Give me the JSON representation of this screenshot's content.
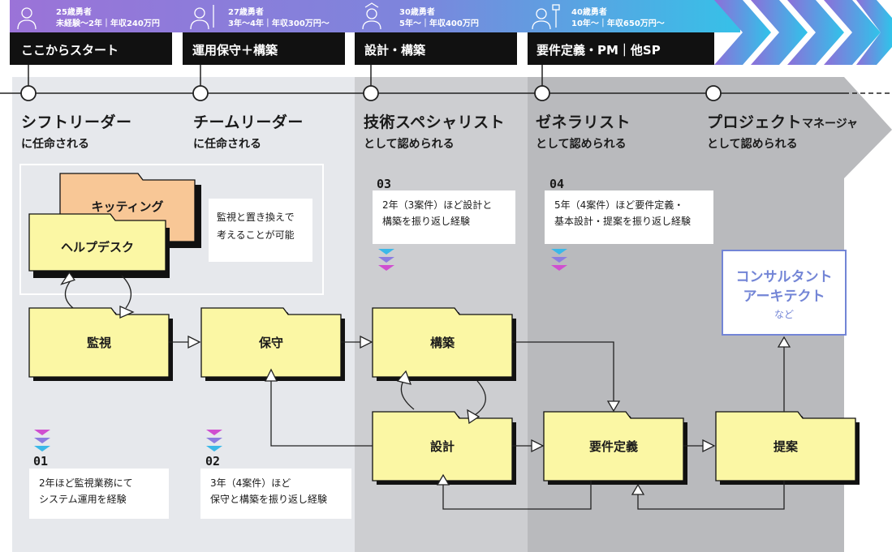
{
  "heroes": [
    {
      "level": "25歳勇者",
      "line2": "未経験〜2年｜年収240万円",
      "stage": "ここからスタート"
    },
    {
      "level": "27歳勇者",
      "line2": "3年〜4年｜年収300万円〜",
      "stage": "運用保守＋構築"
    },
    {
      "level": "30歳勇者",
      "line2": "5年〜｜年収400万円",
      "stage": "設計・構築"
    },
    {
      "level": "40歳勇者",
      "line2": "10年〜｜年収650万円〜",
      "stage": "要件定義・PM｜他SP"
    }
  ],
  "roles": [
    {
      "main": "シフトリーダー",
      "small": "",
      "sub": "に任命される"
    },
    {
      "main": "チームリーダー",
      "small": "",
      "sub": "に任命される"
    },
    {
      "main": "技術スペシャリスト",
      "small": "",
      "sub": "として認められる"
    },
    {
      "main": "ゼネラリスト",
      "small": "",
      "sub": "として認められる"
    },
    {
      "main": "プロジェクト",
      "small": "マネージャ",
      "sub": "として認められる"
    }
  ],
  "nodes": {
    "kitting": "キッティング",
    "helpdesk": "ヘルプデスク",
    "kanshi": "監視",
    "hoshu": "保守",
    "kouchiku": "構築",
    "sekkei": "設計",
    "youken": "要件定義",
    "teian": "提案"
  },
  "notes": {
    "left_box": [
      "監視と置き換えで",
      "考えることが可能"
    ],
    "step01": {
      "num": "01",
      "lines": [
        "2年ほど監視業務にて",
        "システム運用を経験"
      ]
    },
    "step02": {
      "num": "02",
      "lines": [
        "3年（4案件）ほど",
        "保守と構築を振り返し経験"
      ]
    },
    "step03": {
      "num": "03",
      "lines": [
        "2年（3案件）ほど設計と",
        "構築を振り返し経験"
      ]
    },
    "step04": {
      "num": "04",
      "lines": [
        "5年（4案件）ほど要件定義・",
        "基本設計・提案を振り返し経験"
      ]
    }
  },
  "consult": {
    "line1": "コンサルタント",
    "line2": "アーキテクト",
    "line3": "など"
  },
  "colors": {
    "node_fill": "#fbf7a4",
    "tab_fill": "#f8c796",
    "accent": "#7385d6",
    "dark": "#111111"
  }
}
